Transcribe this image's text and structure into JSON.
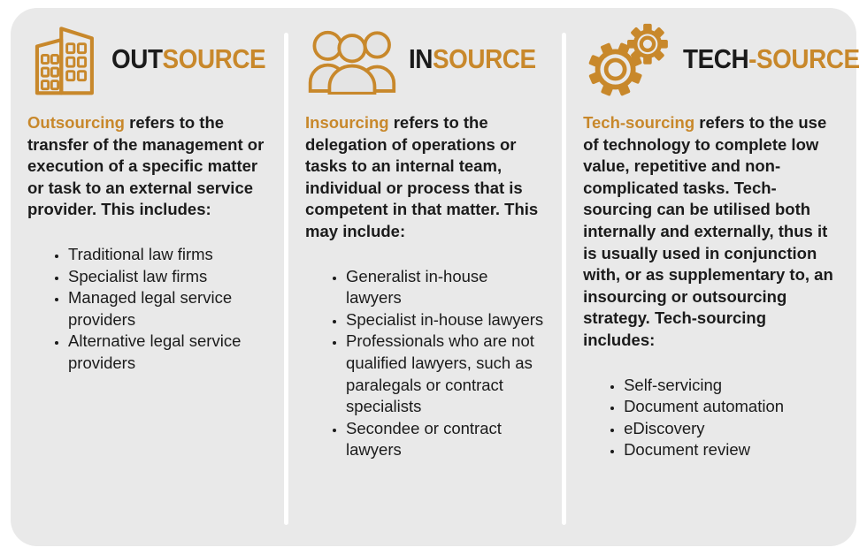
{
  "colors": {
    "accent_orange": "#c8882b",
    "text_black": "#1b1b1b",
    "card_background": "#e9e9e9",
    "page_background": "#ffffff",
    "divider_white": "#ffffff"
  },
  "columns": [
    {
      "icon": "building-icon",
      "title_black": "OUT",
      "title_accent": "SOURCE",
      "lead": "Outsourcing",
      "intro": " refers to the transfer of the management or execution of a specific matter or task to an external service provider. This includes:",
      "bullets": [
        "Traditional law firms",
        "Specialist law firms",
        "Managed legal service providers",
        "Alternative legal service providers"
      ]
    },
    {
      "icon": "people-icon",
      "title_black": "IN",
      "title_accent": "SOURCE",
      "lead": "Insourcing",
      "intro": " refers to the delegation of operations or tasks to an internal team, individual or process that is competent in that matter. This may include:",
      "bullets": [
        "Generalist in-house lawyers",
        "Specialist in-house lawyers",
        "Professionals who are not qualified lawyers, such as paralegals or contract specialists",
        "Secondee or contract lawyers"
      ]
    },
    {
      "icon": "gears-icon",
      "title_black": "TECH",
      "title_accent": "-SOURCE",
      "lead": "Tech-sourcing",
      "intro": " refers to the use of technology to complete low value, repetitive and non-complicated tasks. Tech-sourcing can be utilised both internally and externally, thus it is usually used in conjunction with, or as supplementary to, an insourcing or outsourcing strategy. Tech-sourcing includes:",
      "bullets": [
        "Self-servicing",
        "Document automation",
        "eDiscovery",
        "Document review"
      ]
    }
  ]
}
